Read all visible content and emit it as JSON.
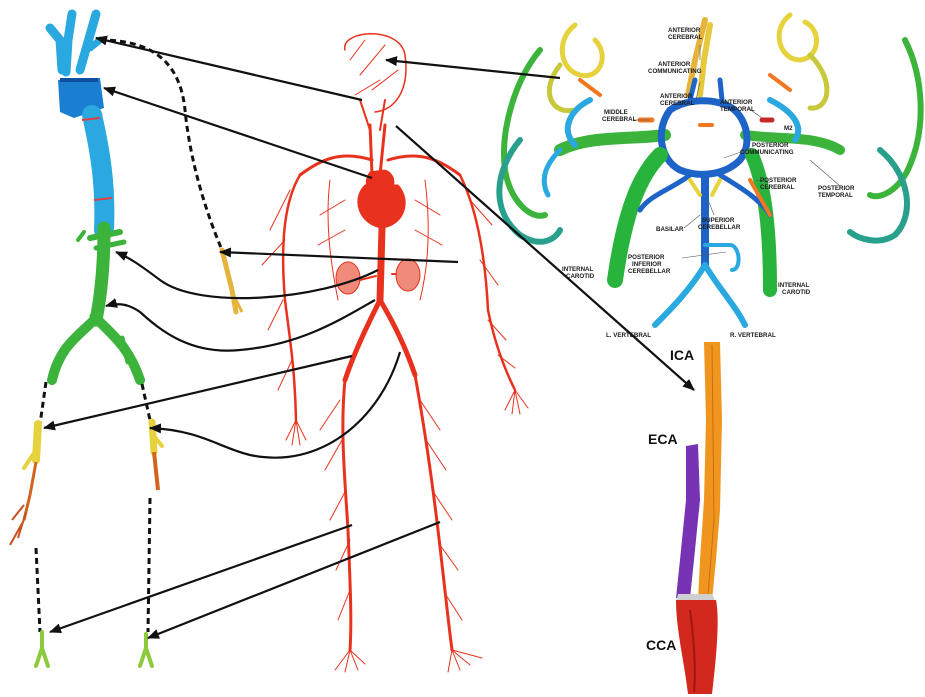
{
  "colors": {
    "artery_red": "#e8321e",
    "aorta_blue": "#2aa8e0",
    "iliac_green": "#3cb43c",
    "leg_yellow": "#e6d23c",
    "brain_blue": "#1e64c8",
    "ica_orange": "#f0961e",
    "eca_purple": "#7832b4",
    "cca_red": "#d2281e",
    "arrow": "#111111"
  },
  "circle_of_willis": {
    "labels": {
      "anterior_cerebral_top": [
        "ANTERIOR",
        "CEREBRAL"
      ],
      "anterior_communicating": [
        "ANTERIOR",
        "COMMUNICATING"
      ],
      "anterior_cerebral": [
        "ANTERIOR",
        "CEREBRAL"
      ],
      "anterior_temporal": [
        "ANTERIOR",
        "TEMPORAL"
      ],
      "middle_cerebral": [
        "MIDDLE",
        "CEREBRAL"
      ],
      "m2": "M2",
      "posterior_communicating": [
        "POSTERIOR",
        "COMMUNICATING"
      ],
      "posterior_cerebral": [
        "POSTERIOR",
        "CEREBRAL"
      ],
      "posterior_temporal": [
        "POSTERIOR",
        "TEMPORAL"
      ],
      "superior_cerebellar": [
        "SUPERIOR",
        "CEREBELLAR"
      ],
      "basilar": "BASILAR",
      "internal_carotid_left": [
        "INTERNAL",
        "CAROTID"
      ],
      "internal_carotid_right": [
        "INTERNAL",
        "CAROTID"
      ],
      "posterior_inferior_cerebellar": [
        "POSTERIOR",
        "INFERIOR",
        "CEREBELLAR"
      ],
      "l_vertebral": "L. VERTEBRAL",
      "r_vertebral": "R. VERTEBRAL"
    }
  },
  "carotid_bifurcation": {
    "ica": "ICA",
    "eca": "ECA",
    "cca": "CCA"
  }
}
